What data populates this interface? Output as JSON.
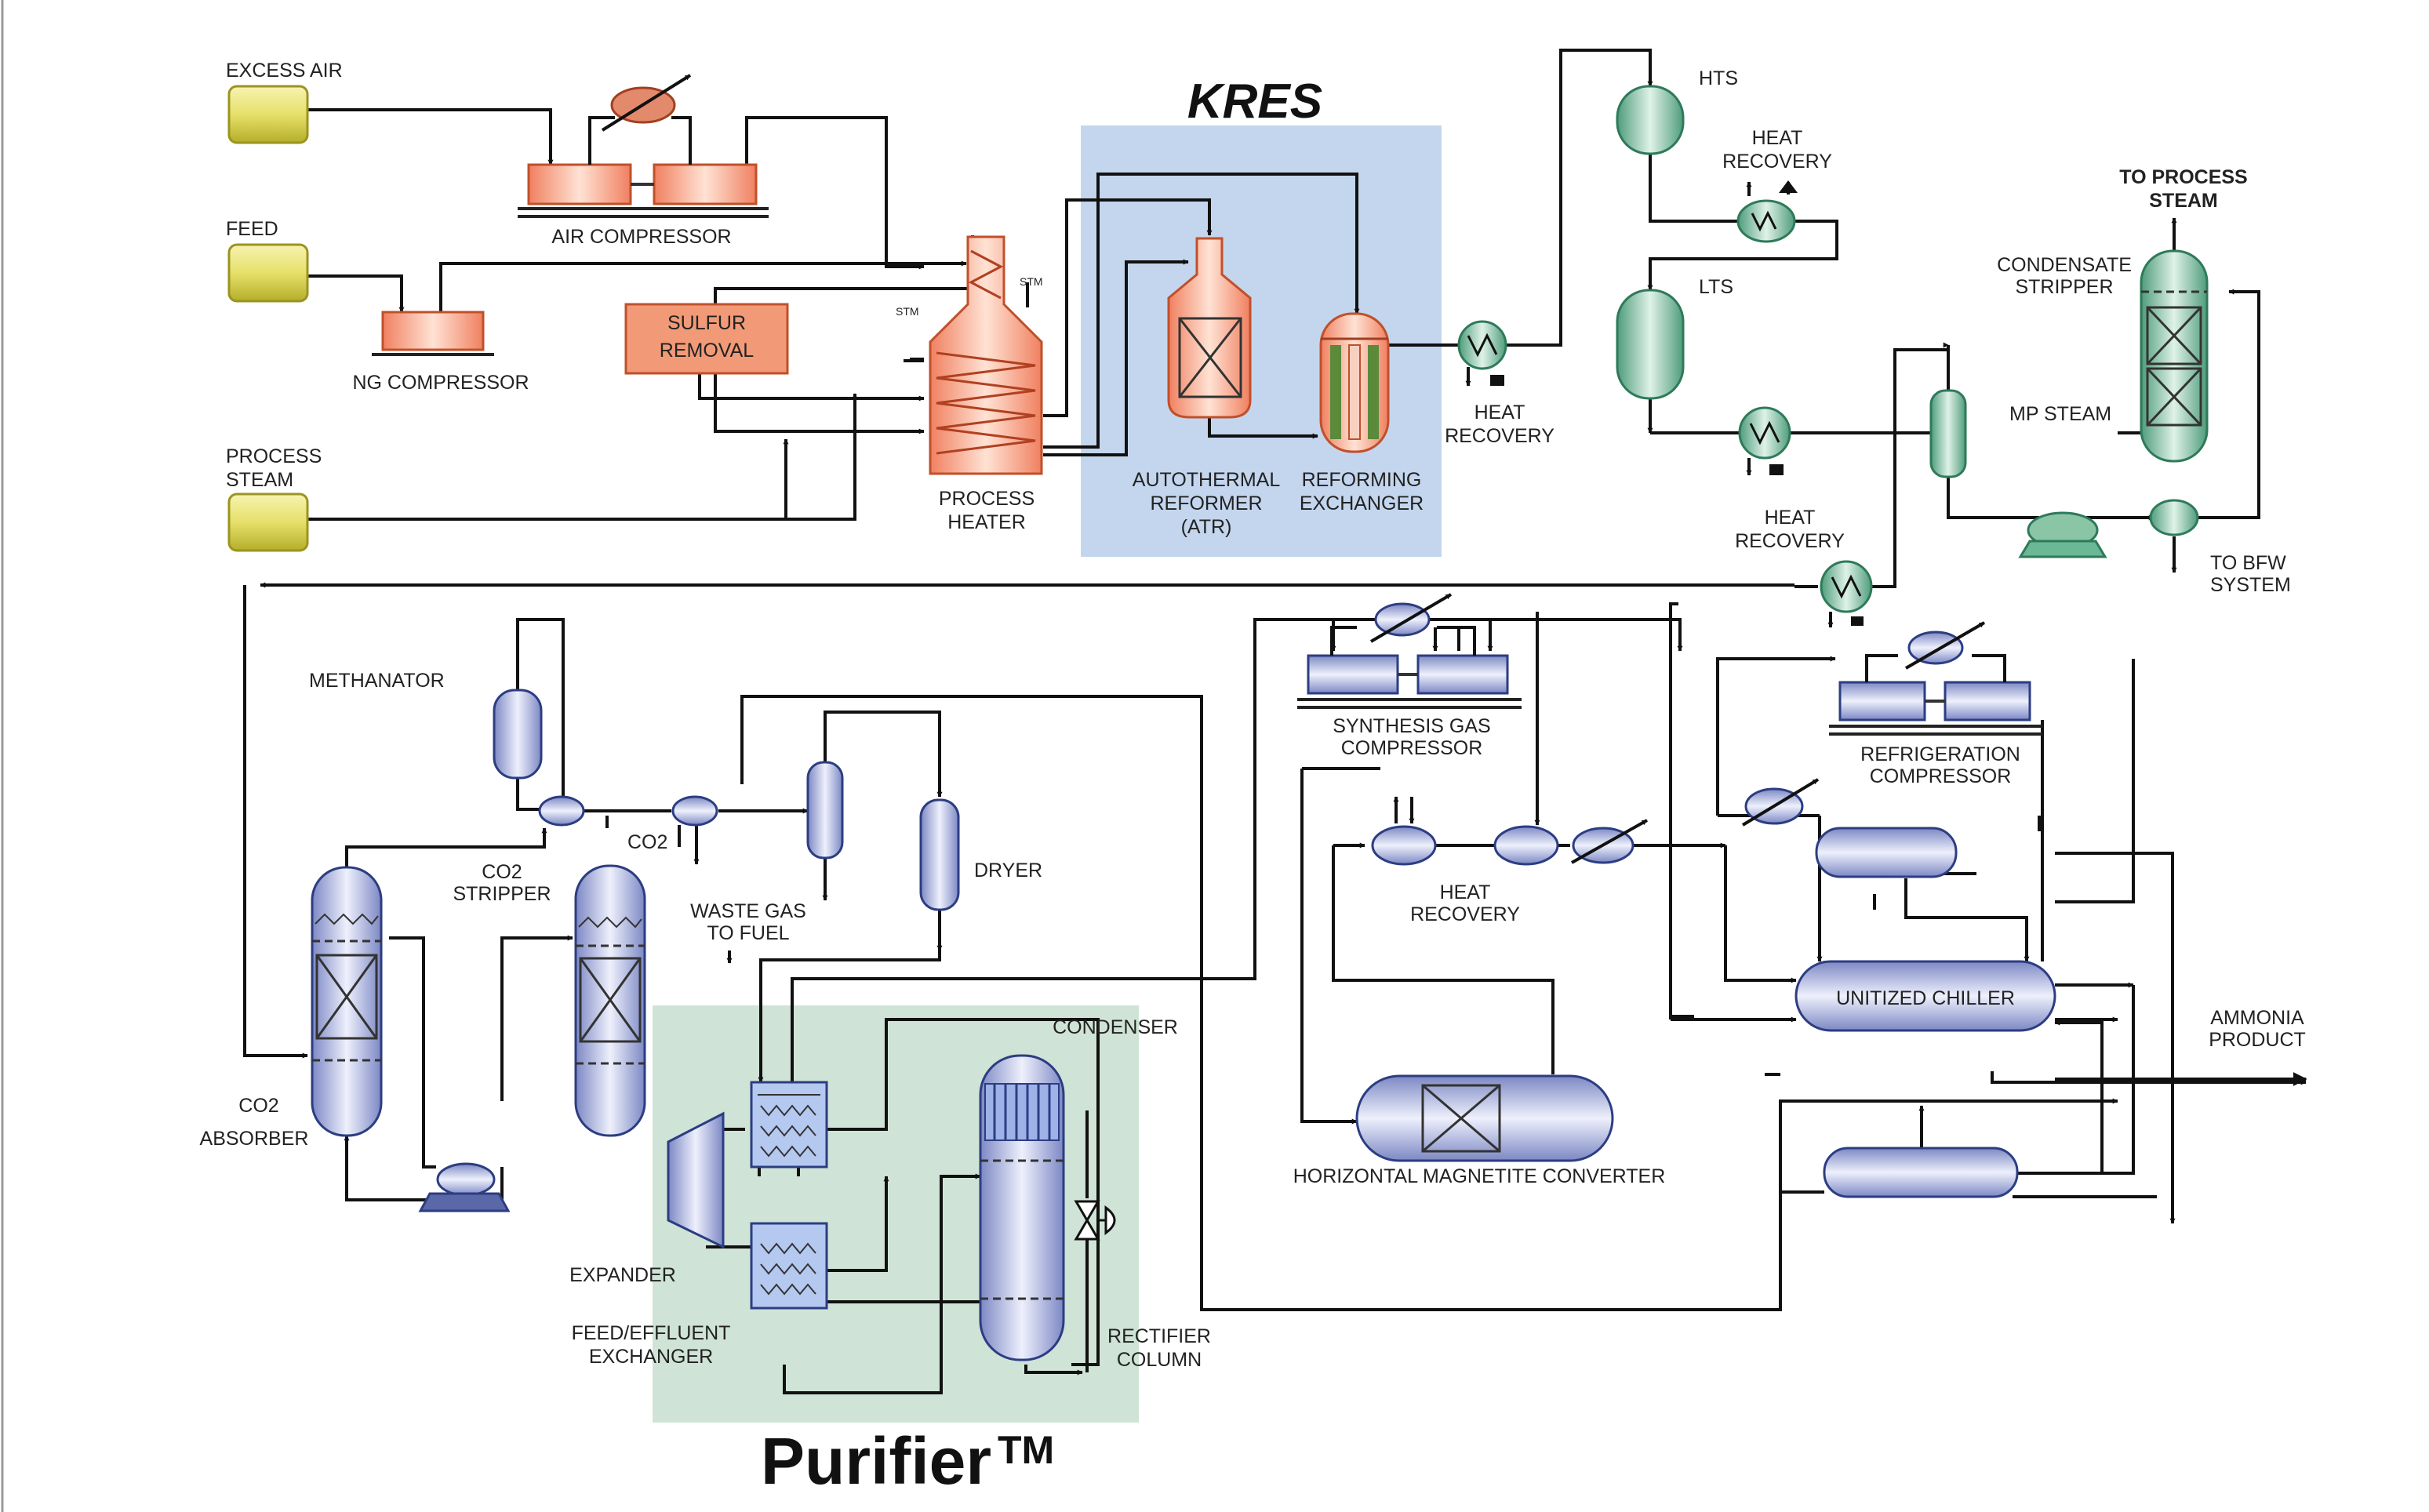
{
  "regions": {
    "kres": "KRES",
    "purifier": "Purifier",
    "purifier_tm": "TM"
  },
  "labels": {
    "excess_air": "EXCESS AIR",
    "feed": "FEED",
    "process_steam_1": "PROCESS",
    "process_steam_2": "STEAM",
    "air_compressor": "AIR COMPRESSOR",
    "ng_compressor": "NG COMPRESSOR",
    "sulfur_removal_1": "SULFUR",
    "sulfur_removal_2": "REMOVAL",
    "stm_a": "STM",
    "stm_b": "STM",
    "process_heater_1": "PROCESS",
    "process_heater_2": "HEATER",
    "atr_1": "AUTOTHERMAL",
    "atr_2": "REFORMER",
    "atr_3": "(ATR)",
    "reforming_exchanger_1": "REFORMING",
    "reforming_exchanger_2": "EXCHANGER",
    "heat_recovery_a_1": "HEAT",
    "heat_recovery_a_2": "RECOVERY",
    "hts": "HTS",
    "heat_recovery_b_1": "HEAT",
    "heat_recovery_b_2": "RECOVERY",
    "lts": "LTS",
    "heat_recovery_c_1": "HEAT",
    "heat_recovery_c_2": "RECOVERY",
    "to_process_steam_1": "TO PROCESS",
    "to_process_steam_2": "STEAM",
    "condensate_stripper_1": "CONDENSATE",
    "condensate_stripper_2": "STRIPPER",
    "mp_steam": "MP STEAM",
    "to_bfw_1": "TO BFW",
    "to_bfw_2": "SYSTEM",
    "methanator": "METHANATOR",
    "co2_stripper_1": "CO2",
    "co2_stripper_2": "STRIPPER",
    "co2_vent": "CO2",
    "waste_gas_1": "WASTE GAS",
    "waste_gas_2": "TO FUEL",
    "dryer": "DRYER",
    "co2_absorber_1": "CO2",
    "co2_absorber_2": "ABSORBER",
    "condenser": "CONDENSER",
    "expander": "EXPANDER",
    "feed_effluent_1": "FEED/EFFLUENT",
    "feed_effluent_2": "EXCHANGER",
    "rectifier_1": "RECTIFIER",
    "rectifier_2": "COLUMN",
    "syngas_compressor_1": "SYNTHESIS GAS",
    "syngas_compressor_2": "COMPRESSOR",
    "heat_recovery_d_1": "HEAT",
    "heat_recovery_d_2": "RECOVERY",
    "refrigeration_compressor_1": "REFRIGERATION",
    "refrigeration_compressor_2": "COMPRESSOR",
    "unitized_chiller": "UNITIZED CHILLER",
    "ammonia_product_1": "AMMONIA",
    "ammonia_product_2": "PRODUCT",
    "magnetite_converter": "HORIZONTAL MAGNETITE CONVERTER"
  },
  "colors": {
    "kres_bg": "#c4d6ee",
    "purifier_bg": "#cfe3d6",
    "feed_drum": "#e6e06a",
    "reforming_equipment": "#f4a080",
    "reforming_stroke": "#c0502a",
    "shift_equipment": "#6ab896",
    "shift_stroke": "#2e7a5a",
    "synthesis_equipment": "#9aa8d8",
    "synthesis_stroke": "#2c3d82",
    "line": "#111111"
  }
}
